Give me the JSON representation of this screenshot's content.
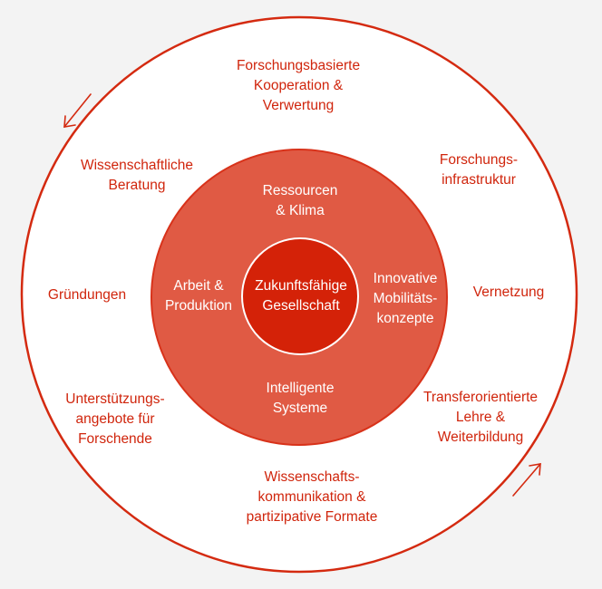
{
  "colors": {
    "background": "#f3f3f3",
    "outer_ring_stroke": "#d42a10",
    "outer_ring_fill": "#ffffff",
    "middle_ring_fill": "#e05a44",
    "core_fill": "#d42208",
    "outer_text": "#d0250c",
    "inner_text": "#ffffff"
  },
  "core": {
    "label": "Zukunftsfähige\nGesellschaft"
  },
  "middle_ring": {
    "items": [
      {
        "label": "Ressourcen\n& Klima"
      },
      {
        "label": "Innovative\nMobilitäts-\nkonzepte"
      },
      {
        "label": "Intelligente\nSysteme"
      },
      {
        "label": "Arbeit &\nProduktion"
      }
    ]
  },
  "outer_ring": {
    "items": [
      {
        "label": "Forschungsbasierte\nKooperation &\nVerwertung"
      },
      {
        "label": "Forschungs-\ninfrastruktur"
      },
      {
        "label": "Vernetzung"
      },
      {
        "label": "Transferorientierte\nLehre &\nWeiterbildung"
      },
      {
        "label": "Wissenschafts-\nkommunikation &\npartizipative Formate"
      },
      {
        "label": "Unterstützungs-\nangebote für\nForschende"
      },
      {
        "label": "Gründungen"
      },
      {
        "label": "Wissenschaftliche\nBeratung"
      }
    ]
  },
  "arrows": [
    {
      "icon": "arrow-down-left-icon",
      "direction": "counterclockwise"
    },
    {
      "icon": "arrow-up-right-icon",
      "direction": "counterclockwise"
    }
  ]
}
